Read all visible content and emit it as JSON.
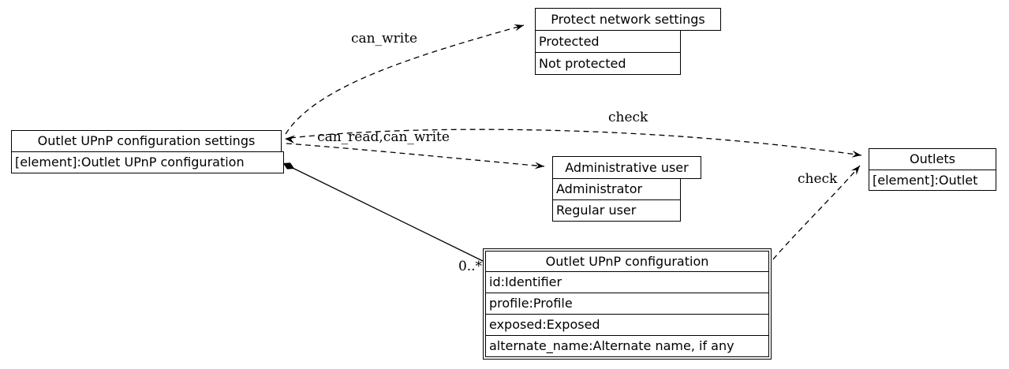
{
  "diagram": {
    "background": "#ffffff",
    "line_color": "#000000",
    "nodes": {
      "settings": {
        "title": "Outlet UPnP configuration settings",
        "rows": [
          "[element]:Outlet UPnP configuration"
        ]
      },
      "protect": {
        "title": "Protect network settings",
        "rows": [
          "Protected",
          "Not protected"
        ]
      },
      "admin": {
        "title": "Administrative user",
        "rows": [
          "Administrator",
          "Regular user"
        ]
      },
      "config": {
        "title": "Outlet UPnP configuration",
        "rows": [
          "id:Identifier",
          "profile:Profile",
          "exposed:Exposed",
          "alternate_name:Alternate name, if any"
        ]
      },
      "outlets": {
        "title": "Outlets",
        "rows": [
          "[element]:Outlet"
        ]
      }
    },
    "edges": {
      "can_write": {
        "from": "Outlet UPnP configuration settings",
        "to": "Protect network settings",
        "label": "can_write",
        "style": "dashed"
      },
      "check_settings_outlets": {
        "from": "Outlet UPnP configuration settings",
        "to": "Outlets",
        "label": "check",
        "style": "dashed"
      },
      "can_read_can_write": {
        "from": "Outlet UPnP configuration settings",
        "to": "Administrative user",
        "label": "can_read,can_write",
        "style": "dashed"
      },
      "check_config_outlets": {
        "from": "Outlet UPnP configuration",
        "to": "Outlets",
        "label": "check",
        "style": "dashed"
      },
      "composition": {
        "from": "Outlet UPnP configuration settings",
        "to": "Outlet UPnP configuration",
        "label": "0..*",
        "style": "solid",
        "kind": "composition"
      }
    }
  }
}
